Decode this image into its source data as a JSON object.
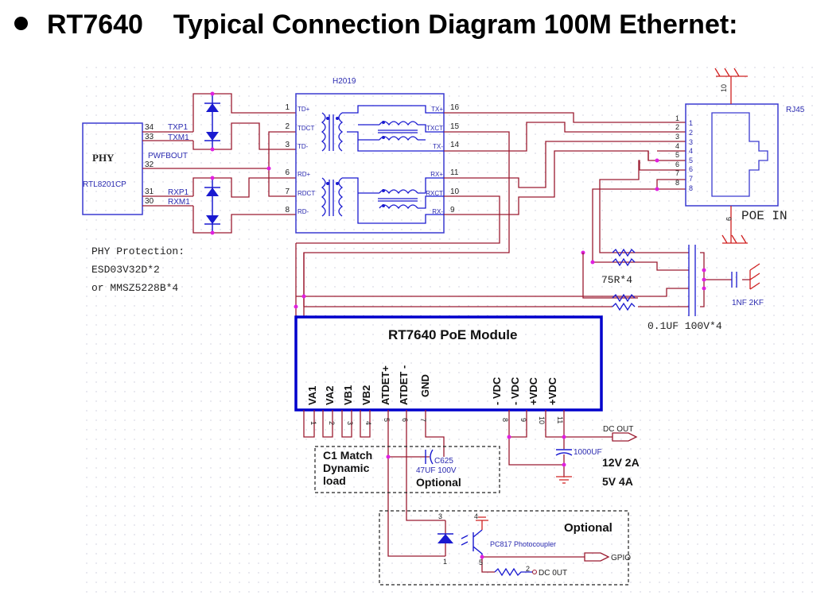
{
  "title": {
    "part": "RT7640",
    "text": "Typical Connection Diagram 100M Ethernet:"
  },
  "colors": {
    "wire": "#9b1b30",
    "component": "#1a1ad0",
    "junction": "#e020e0",
    "module_border": "#0000cc",
    "ground": "#d02020"
  },
  "phy": {
    "label": "PHY",
    "part": "RTL8201CP",
    "pins": [
      {
        "num": "34",
        "name": "TXP1"
      },
      {
        "num": "33",
        "name": "TXM1"
      },
      {
        "num": "32",
        "name": "PWFBOUT"
      },
      {
        "num": "31",
        "name": "RXP1"
      },
      {
        "num": "30",
        "name": "RXM1"
      }
    ]
  },
  "phy_protection": {
    "line1": "PHY Protection:",
    "line2": "ESD03V32D*2",
    "line3": "or MMSZ5228B*4"
  },
  "transformer": {
    "part": "H2019",
    "left_pins": [
      {
        "num": "1",
        "name": "TD+"
      },
      {
        "num": "2",
        "name": "TDCT"
      },
      {
        "num": "3",
        "name": "TD-"
      },
      {
        "num": "6",
        "name": "RD+"
      },
      {
        "num": "7",
        "name": "RDCT"
      },
      {
        "num": "8",
        "name": "RD-"
      }
    ],
    "right_pins": [
      {
        "num": "16",
        "name": "TX+"
      },
      {
        "num": "15",
        "name": "TXCT"
      },
      {
        "num": "14",
        "name": "TX-"
      },
      {
        "num": "11",
        "name": "RX+"
      },
      {
        "num": "10",
        "name": "RXCT"
      },
      {
        "num": "9",
        "name": "RX-"
      }
    ]
  },
  "rj45": {
    "label": "RJ45",
    "caption": "POE  IN",
    "outer_pins": [
      "1",
      "2",
      "3",
      "4",
      "5",
      "6",
      "7",
      "8"
    ],
    "inner_pins": [
      "1",
      "2",
      "3",
      "4",
      "5",
      "6",
      "7",
      "8"
    ],
    "shield_top": "10",
    "shield_bottom": "9"
  },
  "termination": {
    "resistors": "75R*4",
    "capacitors": "0.1UF 100V*4",
    "hv_cap": "1NF 2KF"
  },
  "module": {
    "title": "RT7640 PoE  Module",
    "pins": [
      {
        "num": "1",
        "name": "VA1"
      },
      {
        "num": "2",
        "name": "VA2"
      },
      {
        "num": "3",
        "name": "VB1"
      },
      {
        "num": "4",
        "name": "VB2"
      },
      {
        "num": "5",
        "name": "ATDET+"
      },
      {
        "num": "6",
        "name": "ATDET -"
      },
      {
        "num": "7",
        "name": "GND"
      },
      {
        "num": "8",
        "name": "- VDC"
      },
      {
        "num": "9",
        "name": "- VDC"
      },
      {
        "num": "10",
        "name": "+VDC"
      },
      {
        "num": "11",
        "name": "+VDC"
      }
    ]
  },
  "load_block": {
    "note_line1": "C1 Match",
    "note_line2": " Dynamic",
    "note_line3": "load",
    "cap_ref": "C625",
    "cap_value": "47UF 100V",
    "optional": "Optional"
  },
  "output": {
    "dc_out": "DC OUT",
    "cap": "1000UF",
    "rating1": "12V 2A",
    "rating2": "5V 4A"
  },
  "photocoupler": {
    "optional": "Optional",
    "part": "PC817 Photocoupler",
    "pin1": "1",
    "pin2": "2",
    "pin3": "3",
    "pin4": "4",
    "pin5": "5",
    "gpio": "GPIO",
    "dc_out": "DC 0UT"
  }
}
